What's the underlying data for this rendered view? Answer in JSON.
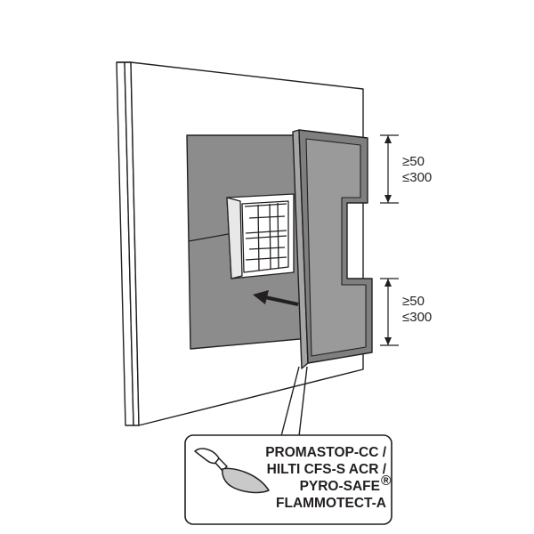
{
  "dimensions": {
    "upper": {
      "min": "≥50",
      "max": "≤300"
    },
    "lower": {
      "min": "≥50",
      "max": "≤300"
    }
  },
  "callout": {
    "lines": [
      "PROMASTOP-CC /",
      "HILTI CFS-S ACR /",
      "PYRO-SAFE",
      "FLAMMOTECT-A"
    ],
    "registered_mark": "®"
  },
  "colors": {
    "line": "#231f20",
    "panel": "#8c8c8c",
    "panel_light": "#a6a6a6",
    "wall": "#ffffff"
  }
}
